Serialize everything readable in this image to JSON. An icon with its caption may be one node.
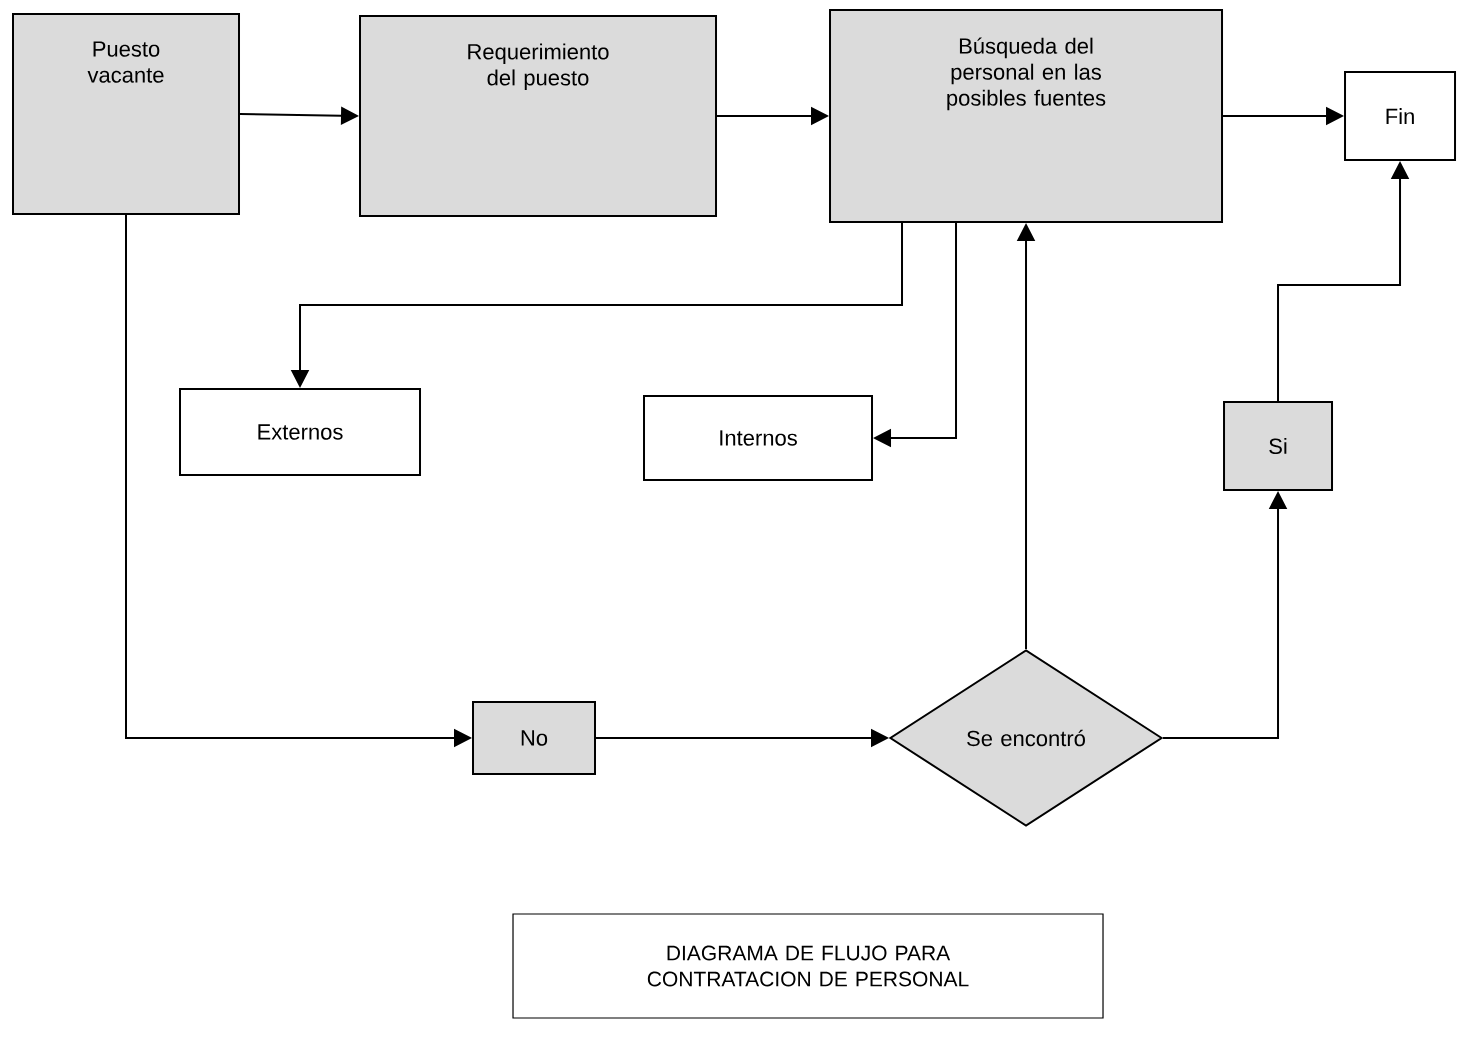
{
  "diagram": {
    "caption": "DIAGRAMA DE FLUJO PARA CONTRATACION DE PERSONAL",
    "nodes": [
      {
        "text": [
          "Puesto vacante"
        ]
      },
      {
        "text": [
          "Requerimiento del puesto"
        ]
      },
      {
        "text": [
          "Búsqueda del personal en las posibles fuentes"
        ]
      },
      {
        "text": [
          "Fin"
        ]
      },
      {
        "text": [
          "Externos"
        ]
      },
      {
        "text": [
          "Internos"
        ]
      },
      {
        "text": [
          "Si"
        ]
      },
      {
        "text": [
          "No"
        ]
      },
      {
        "text": [
          "Se encontró"
        ]
      }
    ],
    "edges": [
      {
        "from": 0,
        "to": 1,
        "arrow": "to"
      },
      {
        "from": 1,
        "to": 2,
        "arrow": "to"
      },
      {
        "from": 2,
        "to": 3,
        "arrow": "to"
      },
      {
        "from": 2,
        "to": 4,
        "arrow": "to"
      },
      {
        "from": 2,
        "to": 5,
        "arrow": "to"
      },
      {
        "from": 0,
        "to": 7,
        "arrow": "to"
      },
      {
        "from": 7,
        "to": 8,
        "arrow": "to"
      },
      {
        "from": 8,
        "to": 2,
        "arrow": "to"
      },
      {
        "from": 8,
        "to": 6,
        "arrow": "to"
      },
      {
        "from": 6,
        "to": 3,
        "arrow": "to"
      }
    ]
  }
}
